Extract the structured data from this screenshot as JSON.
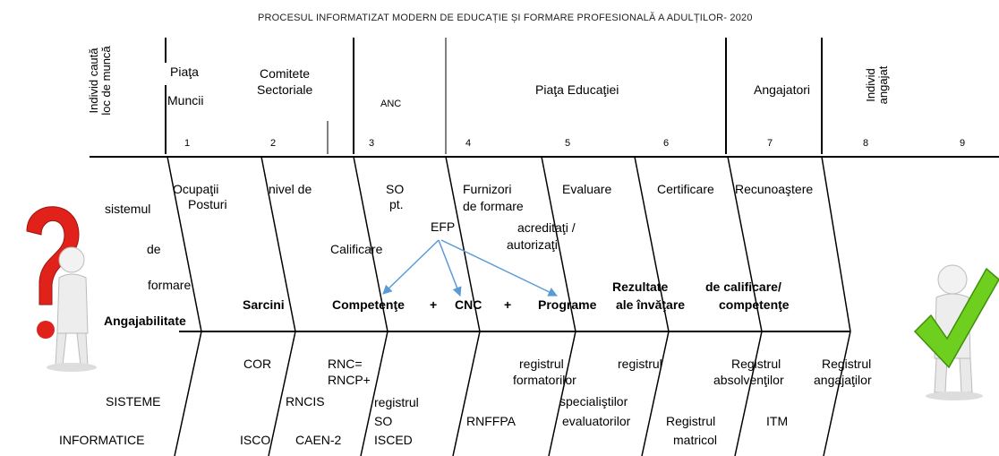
{
  "title": "PROCESUL INFORMATIZAT MODERN DE EDUCAȚIE ȘI FORMARE PROFESIONALĂ A ADULȚILOR- 2020",
  "header": {
    "left_vertical": [
      "Individ caută",
      "loc de muncă"
    ],
    "right_vertical": [
      "Individ",
      "angajat"
    ],
    "col_piata_muncii": [
      "Piaţa",
      "Muncii"
    ],
    "col_comitete": [
      "Comitete",
      "Sectoriale"
    ],
    "col_anc": "ANC",
    "col_piata_educatiei": "Piaţa Educaţiei",
    "col_angajatori": "Angajatori",
    "numbers": [
      "1",
      "2",
      "3",
      "4",
      "5",
      "6",
      "7",
      "8",
      "9"
    ]
  },
  "upper": {
    "sistemul": "sistemul",
    "de": "de",
    "formare": "formare",
    "ocupatii": "Ocupaţii",
    "posturi": "Posturi",
    "nivel_de": "nivel de",
    "so": "SO",
    "pt": "pt.",
    "calificare": "Calificare",
    "furnizori": "Furnizori",
    "de_formare": "de formare",
    "efp": "EFP",
    "evaluare": "Evaluare",
    "acreditati": "acreditaţi /",
    "autorizati": "autorizaţi",
    "certificare": "Certificare",
    "recunoastere": "Recunoaştere"
  },
  "spine": {
    "angajabilitate": "Angajabilitate",
    "sarcini": "Sarcini",
    "competente": "Competenţe",
    "plus1": "+",
    "cnc": "CNC",
    "plus2": "+",
    "programe": "Programe",
    "rezultate": "Rezultate",
    "ale_invatare": "ale învăţare",
    "de_calificare": "de calificare/",
    "competente2": "competenţe"
  },
  "lower": {
    "sisteme": "SISTEME",
    "informatice": "INFORMATICE",
    "cor": "COR",
    "isco": "ISCO",
    "rnc": "RNC=",
    "rncp": "RNCP+",
    "rncis": "RNCIS",
    "caen": "CAEN-2",
    "registrul_so": "registrul",
    "so": "SO",
    "isced": "ISCED",
    "rnffpa": "RNFFPA",
    "registrul1": "registrul",
    "formatorilor": "formatorilor",
    "registrul2": "registrul",
    "specialistilor": "specialiştilor",
    "evaluatorilor": "evaluatorilor",
    "registrul_matricol": "Registrul",
    "matricol": "matricol",
    "registrul_absolventilor": "Registrul",
    "absolventilor": "absolvenţilor",
    "itm": "ITM",
    "registrul_angajatilor": "Registrul",
    "angajatilor": "angajaţilor"
  },
  "colors": {
    "arrow": "#5b9bd5",
    "question_mark": "#e0221b",
    "check_mark": "#6fcf1e"
  },
  "icons": [
    "question-figure-icon",
    "checkmark-figure-icon"
  ]
}
